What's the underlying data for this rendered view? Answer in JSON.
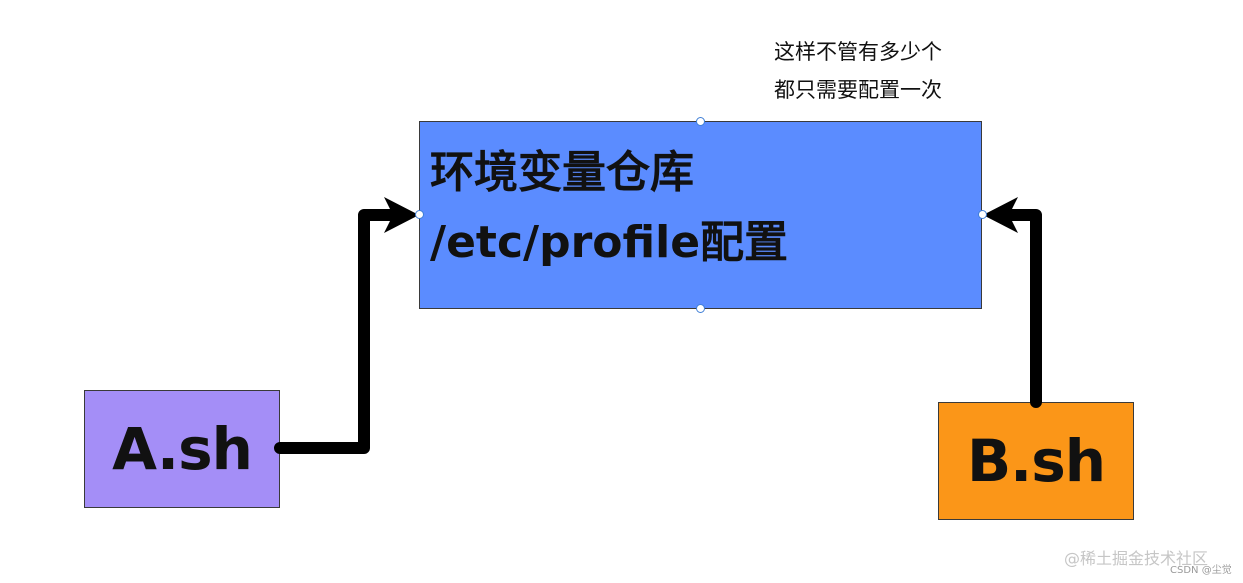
{
  "note": {
    "line1": "这样不管有多少个",
    "line2": "都只需要配置一次"
  },
  "main_box": {
    "line1": "环境变量仓库",
    "line2": "/etc/profile配置",
    "color": "#5b8cff"
  },
  "box_a": {
    "label": "A.sh",
    "color": "#a48ef7"
  },
  "box_b": {
    "label": "B.sh",
    "color": "#fb9618"
  },
  "watermark": {
    "text": "@稀土掘金技术社区",
    "sub": "CSDN @尘觉"
  },
  "arrows": [
    {
      "from": "A.sh",
      "to": "环境变量仓库"
    },
    {
      "from": "B.sh",
      "to": "环境变量仓库"
    }
  ]
}
